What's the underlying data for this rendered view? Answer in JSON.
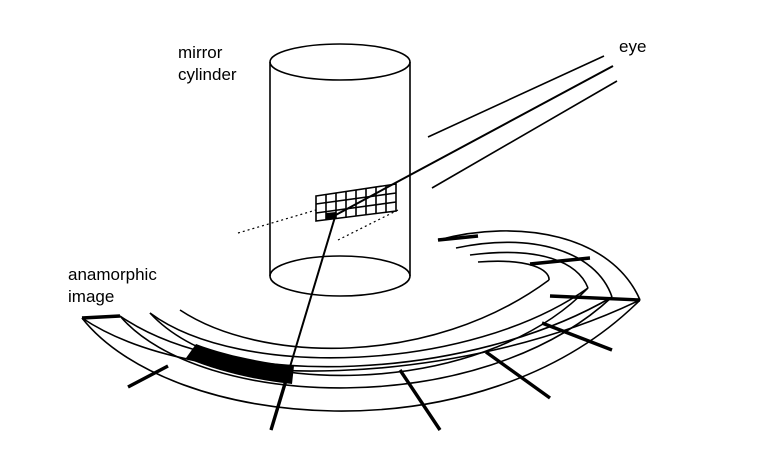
{
  "labels": {
    "mirror_line1": "mirror",
    "mirror_line2": "cylinder",
    "eye": "eye",
    "anamorphic_line1": "anamorphic",
    "anamorphic_line2": "image"
  },
  "colors": {
    "stroke": "#000000",
    "background": "#ffffff"
  }
}
